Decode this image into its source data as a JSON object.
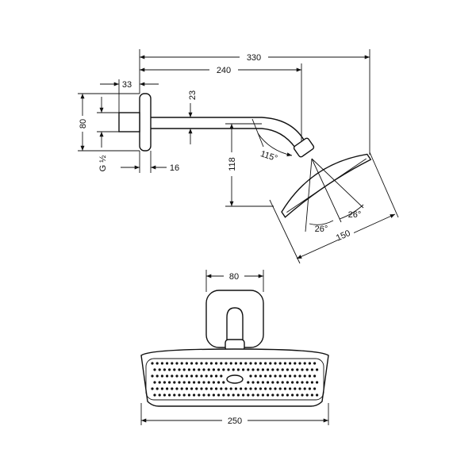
{
  "side_view": {
    "dim_total_length": "330",
    "dim_arm_length": "240",
    "dim_wall_offset": "33",
    "dim_arm_height": "23",
    "dim_flange_height": "80",
    "dim_thread": "G ½",
    "dim_flange_depth": "16",
    "dim_drop": "118",
    "dim_angle": "115°",
    "dim_tilt_left": "26°",
    "dim_tilt_right": "26°",
    "dim_head_diameter": "150"
  },
  "front_view": {
    "dim_flange_width": "80",
    "dim_head_width": "250"
  }
}
